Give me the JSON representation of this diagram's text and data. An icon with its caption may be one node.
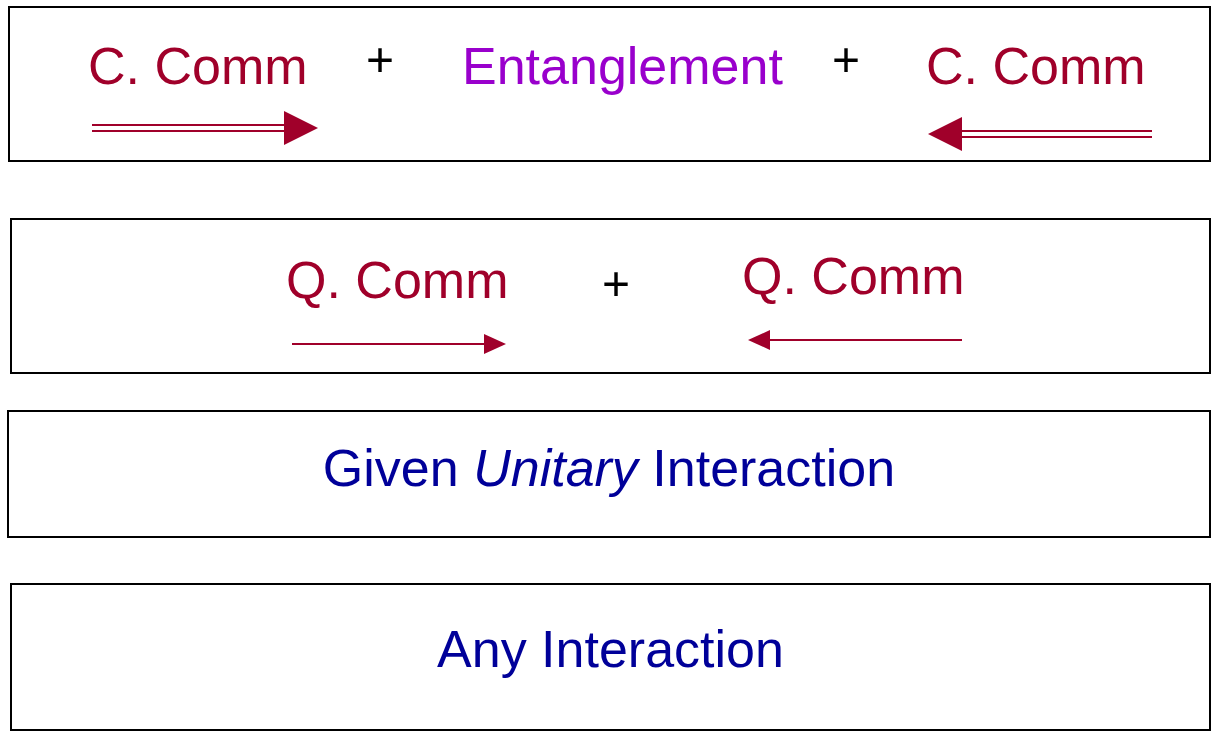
{
  "diagram": {
    "nodes": [
      {
        "text": [
          "C. Comm",
          "+",
          "Entanglement",
          "+",
          "C. Comm"
        ]
      },
      {
        "text": [
          "Q. Comm",
          "+",
          "Q. Comm"
        ]
      },
      {
        "text": [
          "Given *Unitary* Interaction"
        ]
      },
      {
        "text": [
          "Any Interaction"
        ]
      }
    ]
  }
}
